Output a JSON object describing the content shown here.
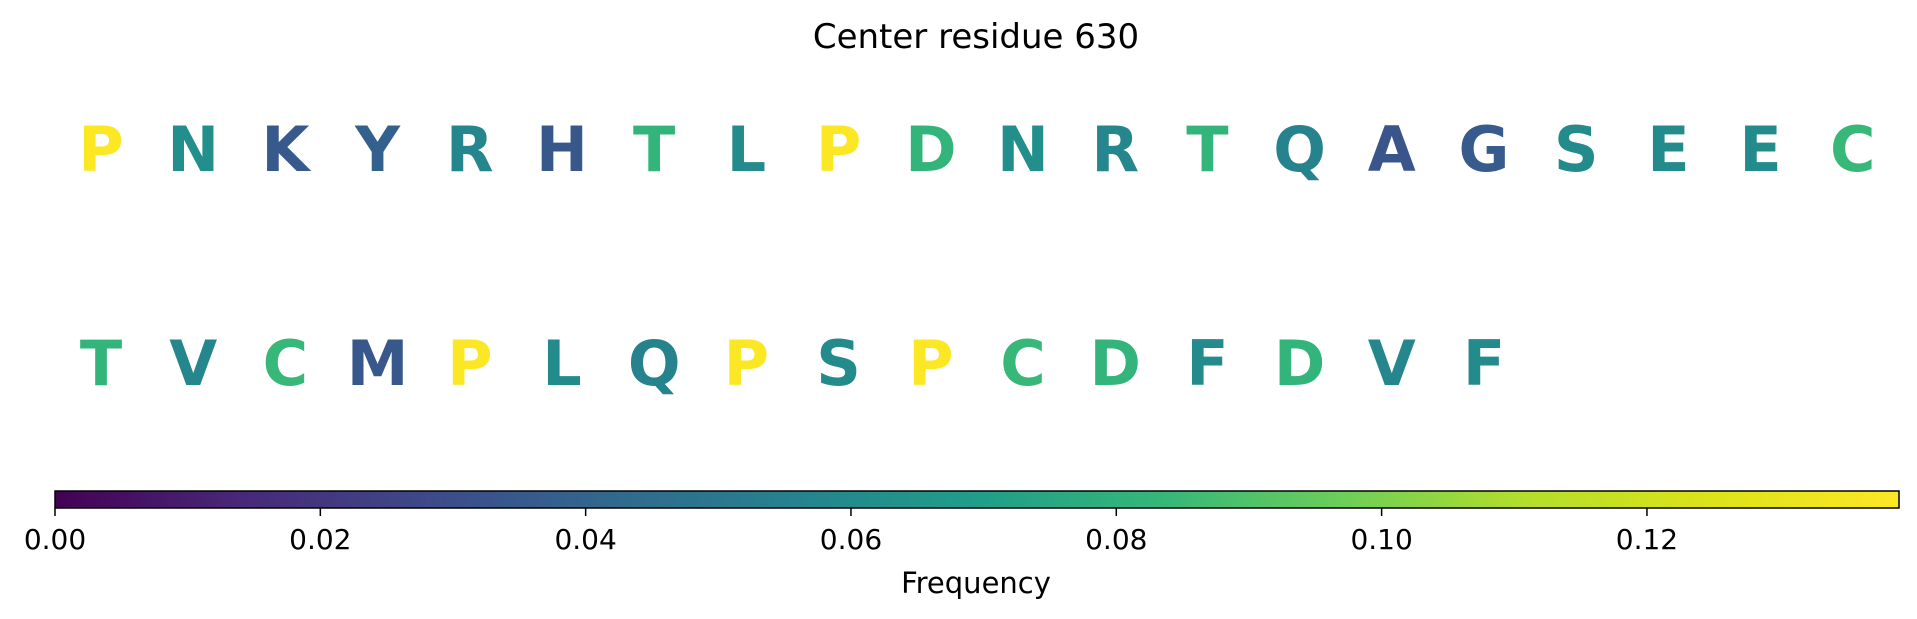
{
  "chart_data": {
    "type": "sequence-logo",
    "title": "Center residue 630",
    "residues": [
      {
        "letter": "P",
        "value": 0.138
      },
      {
        "letter": "N",
        "value": 0.062
      },
      {
        "letter": "K",
        "value": 0.035
      },
      {
        "letter": "Y",
        "value": 0.038
      },
      {
        "letter": "R",
        "value": 0.058
      },
      {
        "letter": "H",
        "value": 0.034
      },
      {
        "letter": "T",
        "value": 0.082
      },
      {
        "letter": "L",
        "value": 0.06
      },
      {
        "letter": "P",
        "value": 0.138
      },
      {
        "letter": "D",
        "value": 0.082
      },
      {
        "letter": "N",
        "value": 0.062
      },
      {
        "letter": "R",
        "value": 0.058
      },
      {
        "letter": "T",
        "value": 0.082
      },
      {
        "letter": "Q",
        "value": 0.056
      },
      {
        "letter": "A",
        "value": 0.033
      },
      {
        "letter": "G",
        "value": 0.036
      },
      {
        "letter": "S",
        "value": 0.06
      },
      {
        "letter": "E",
        "value": 0.06
      },
      {
        "letter": "E",
        "value": 0.06
      },
      {
        "letter": "C",
        "value": 0.084
      },
      {
        "letter": "T",
        "value": 0.082
      },
      {
        "letter": "V",
        "value": 0.058
      },
      {
        "letter": "C",
        "value": 0.084
      },
      {
        "letter": "M",
        "value": 0.034
      },
      {
        "letter": "P",
        "value": 0.138
      },
      {
        "letter": "L",
        "value": 0.06
      },
      {
        "letter": "Q",
        "value": 0.056
      },
      {
        "letter": "P",
        "value": 0.138
      },
      {
        "letter": "S",
        "value": 0.06
      },
      {
        "letter": "P",
        "value": 0.138
      },
      {
        "letter": "C",
        "value": 0.084
      },
      {
        "letter": "D",
        "value": 0.082
      },
      {
        "letter": "F",
        "value": 0.06
      },
      {
        "letter": "D",
        "value": 0.082
      },
      {
        "letter": "V",
        "value": 0.058
      },
      {
        "letter": "F",
        "value": 0.06
      }
    ],
    "residues_per_row": 20,
    "colorbar": {
      "label": "Frequency",
      "colormap": "viridis",
      "range": [
        0,
        0.139
      ],
      "ticks": [
        "0.00",
        "0.02",
        "0.04",
        "0.06",
        "0.08",
        "0.10",
        "0.12"
      ],
      "orientation": "horizontal",
      "placement": "bottom"
    }
  }
}
